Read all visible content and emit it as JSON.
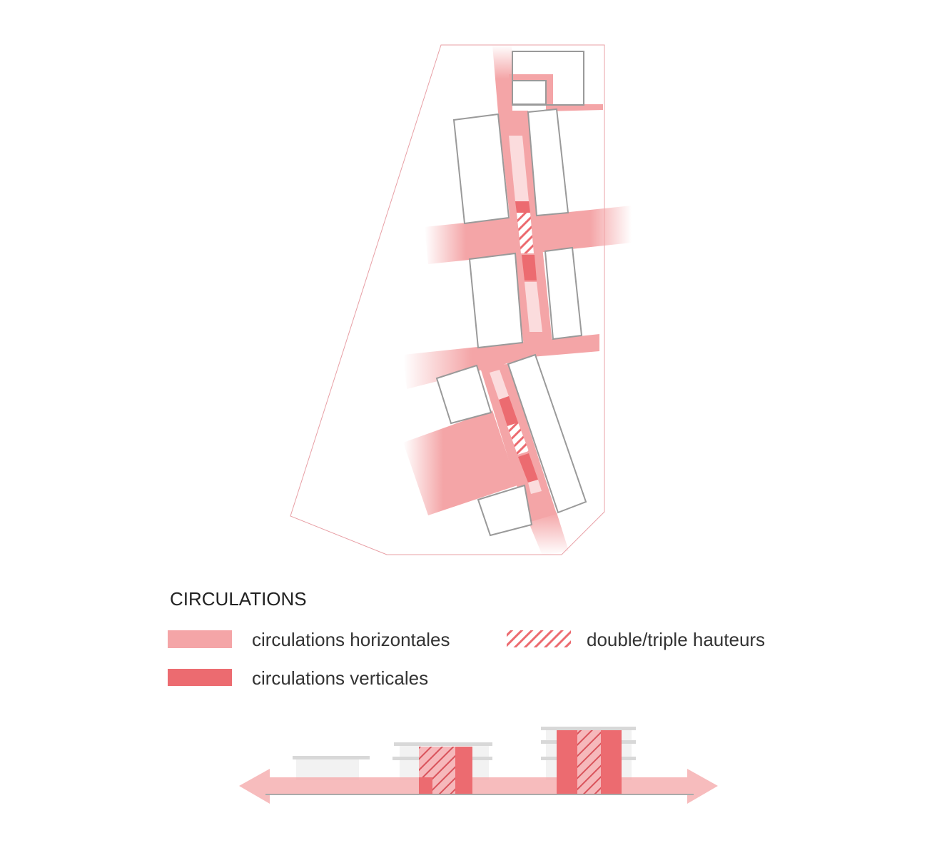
{
  "legend": {
    "title": "CIRCULATIONS",
    "items": [
      {
        "label": "circulations horizontales",
        "color": "#f4a5a7"
      },
      {
        "label": "circulations verticales",
        "color": "#ec6b70"
      },
      {
        "label": "double/triple hauteurs",
        "color": "#ec6b70"
      }
    ]
  },
  "colors": {
    "horizontal": "#f4a5a7",
    "vertical": "#ec6b70",
    "light": "#fbdcdd",
    "outline": "#999999",
    "site": "#e8a0a6"
  }
}
